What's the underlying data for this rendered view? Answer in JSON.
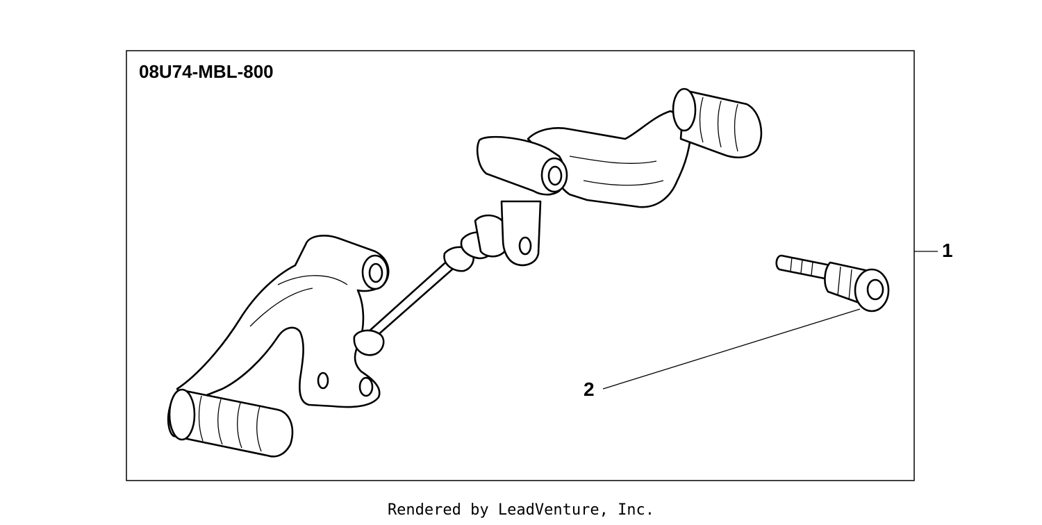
{
  "diagram": {
    "part_number": "08U74-MBL-800",
    "callouts": [
      {
        "id": "1"
      },
      {
        "id": "2"
      }
    ]
  },
  "footer": {
    "text": "Rendered by LeadVenture, Inc."
  }
}
